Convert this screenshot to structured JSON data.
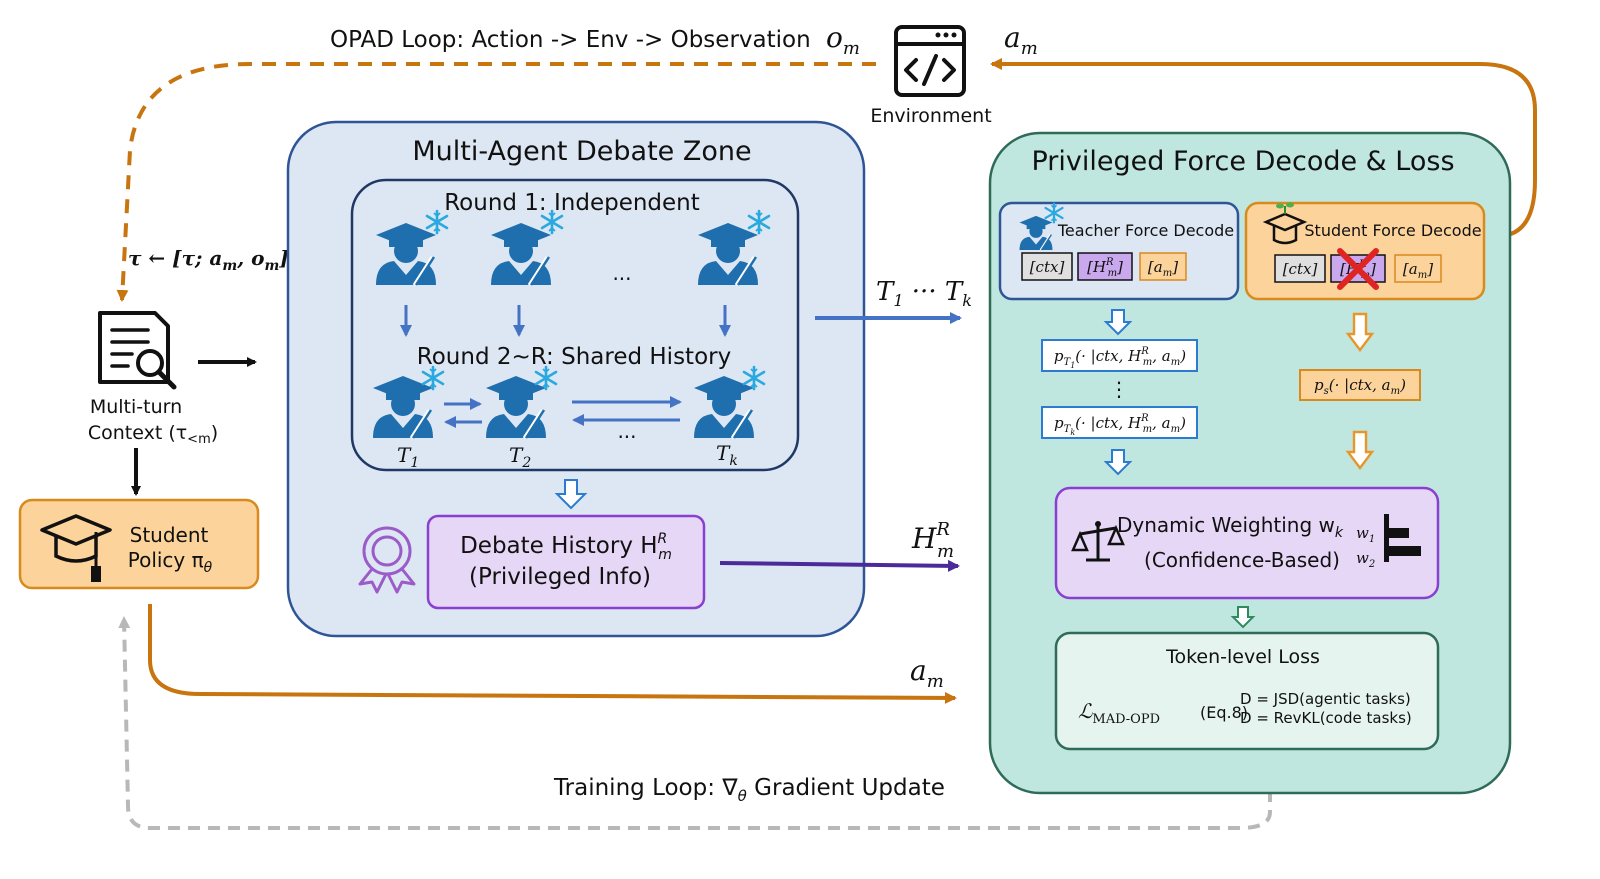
{
  "loop": {
    "opad_label": "OPAD Loop: Action -> Env -> Observation",
    "om": "o",
    "om_sub": "m",
    "am": "a",
    "am_sub": "m",
    "tau_update": "τ ← [τ; a",
    "tau_update_mid": ", o",
    "tau_update_end": "]",
    "training_label": "Training Loop: ∇",
    "training_theta": "θ",
    "training_rest": " Gradient Update"
  },
  "environment": {
    "label": "Environment",
    "icon": "code-window-icon"
  },
  "context": {
    "line1": "Multi-turn",
    "line2": "Context (τ",
    "line2_sub": "<m",
    "line2_end": ")",
    "icon": "document-search-icon"
  },
  "student_policy": {
    "line1": "Student",
    "line2": "Policy π",
    "line2_sub": "θ",
    "icon": "graduation-cap-icon"
  },
  "debate_zone": {
    "title": "Multi-Agent Debate Zone",
    "round1": "Round 1: Independent",
    "round2": "Round 2~R: Shared History",
    "ellipsis": "...",
    "t1": "T",
    "t1_sub": "1",
    "t2": "T",
    "t2_sub": "2",
    "tk": "T",
    "tk_sub": "k",
    "history_line1": "Debate History H",
    "history_sup": "R",
    "history_sub": "m",
    "history_line2": "(Privileged Info)",
    "icon": "award-ribbon-icon"
  },
  "arrows": {
    "tk_label": "T",
    "tk_sub1": "1",
    "tk_dots": " ··· T",
    "tk_sub2": "k",
    "hr_label": "H",
    "hr_sup": "R",
    "hr_sub": "m",
    "am_label": "a",
    "am_sub": "m"
  },
  "privileged": {
    "title": "Privileged Force Decode & Loss",
    "teacher_title": "Teacher Force Decode",
    "student_title": "Student Force Decode",
    "ctx": "[ctx]",
    "hm": "[H",
    "hm_sup": "R",
    "hm_sub": "m",
    "hm_end": "]",
    "am": "[a",
    "am_sub": "m",
    "am_end": "]",
    "pt1": "p",
    "pt1_sub": "T",
    "pt1_subsub": "1",
    "pt_body": "(· |ctx, H",
    "pt_sup": "R",
    "pt_sub": "m",
    "pt_end": ", a",
    "pt_end_sub": "m",
    "pt_close": ")",
    "ptk_subsub": "k",
    "vdots": "⋮",
    "ps": "p",
    "ps_sub": "s",
    "ps_body": "(· |ctx,  a",
    "ps_body_sub": "m",
    "ps_close": ")",
    "dyn_line1": "Dynamic Weighting w",
    "dyn_sub": "k",
    "dyn_line2": "(Confidence-Based)",
    "w1": "w",
    "w1_sub": "1",
    "w2": "w",
    "w2_sub": "2",
    "loss_title": "Token-level Loss",
    "loss_L": "ℒ",
    "loss_sub": "MAD-OPD",
    "loss_eq": "(Eq.8)",
    "loss_d1": "D = JSD(agentic tasks)",
    "loss_d2": "D = RevKL(code tasks)"
  },
  "colors": {
    "orange": "#c8740f",
    "blue_zone": "#dde7f3",
    "blue_zone_border": "#2f5597",
    "teal_zone": "#bfe6df",
    "teal_border": "#2f6b57",
    "purple_fill": "#e5d7f5",
    "purple_border": "#8a3fd1",
    "student_fill": "#fcd39a",
    "student_border": "#d98a1e",
    "agent_blue": "#1f6fae",
    "snow": "#29a9e0",
    "arrow_blue": "#4472c4",
    "arrow_purple": "#4b2a9a",
    "gray_dash": "#b8b8b8"
  }
}
